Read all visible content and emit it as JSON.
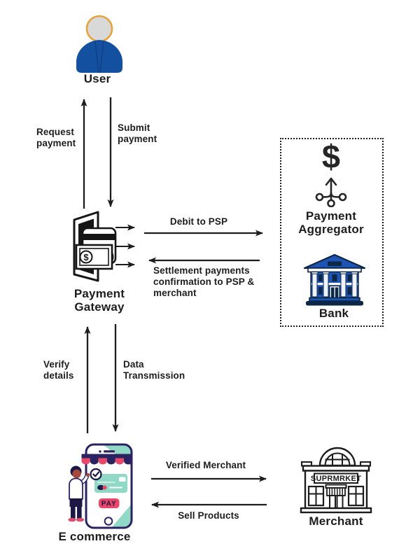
{
  "nodes": {
    "user": {
      "label": "User"
    },
    "payment_gateway": {
      "label": "Payment Gateway",
      "symbol": "$"
    },
    "payment_aggregator": {
      "label": "Payment Aggregator",
      "symbol": "$"
    },
    "bank": {
      "label": "Bank"
    },
    "ecommerce": {
      "label": "E commerce",
      "pay_button": "PAY"
    },
    "merchant": {
      "label": "Merchant",
      "sign_text": "SUPRMRKET"
    }
  },
  "edges": {
    "request_payment": {
      "label": "Request payment"
    },
    "submit_payment": {
      "label": "Submit payment"
    },
    "debit_to_psp": {
      "label": "Debit to PSP"
    },
    "settlement_confirmation": {
      "label": "Settlement payments confirmation to PSP & merchant"
    },
    "verify_details": {
      "label": "Verify details"
    },
    "data_transmission": {
      "label": "Data Transmission"
    },
    "verified_merchant": {
      "label": "Verified Merchant"
    },
    "sell_products": {
      "label": "Sell Products"
    }
  },
  "colors": {
    "arrow_ink": "#1d1d1d",
    "text_ink": "#1d1d1d",
    "user_body_blue": "#1450a0",
    "user_head_gray": "#d9d9d9",
    "user_head_stroke_orange": "#e8a23c",
    "bank_blue": "#1e55b5",
    "bank_navy": "#0d2747",
    "ecommerce_navy": "#2b2361",
    "ecommerce_dark": "#1d1745",
    "ecommerce_teal": "#92d8c6",
    "ecommerce_pink": "#e9486b",
    "ecommerce_skin": "#a24a3c",
    "outline_ink": "#1c1c1c"
  }
}
